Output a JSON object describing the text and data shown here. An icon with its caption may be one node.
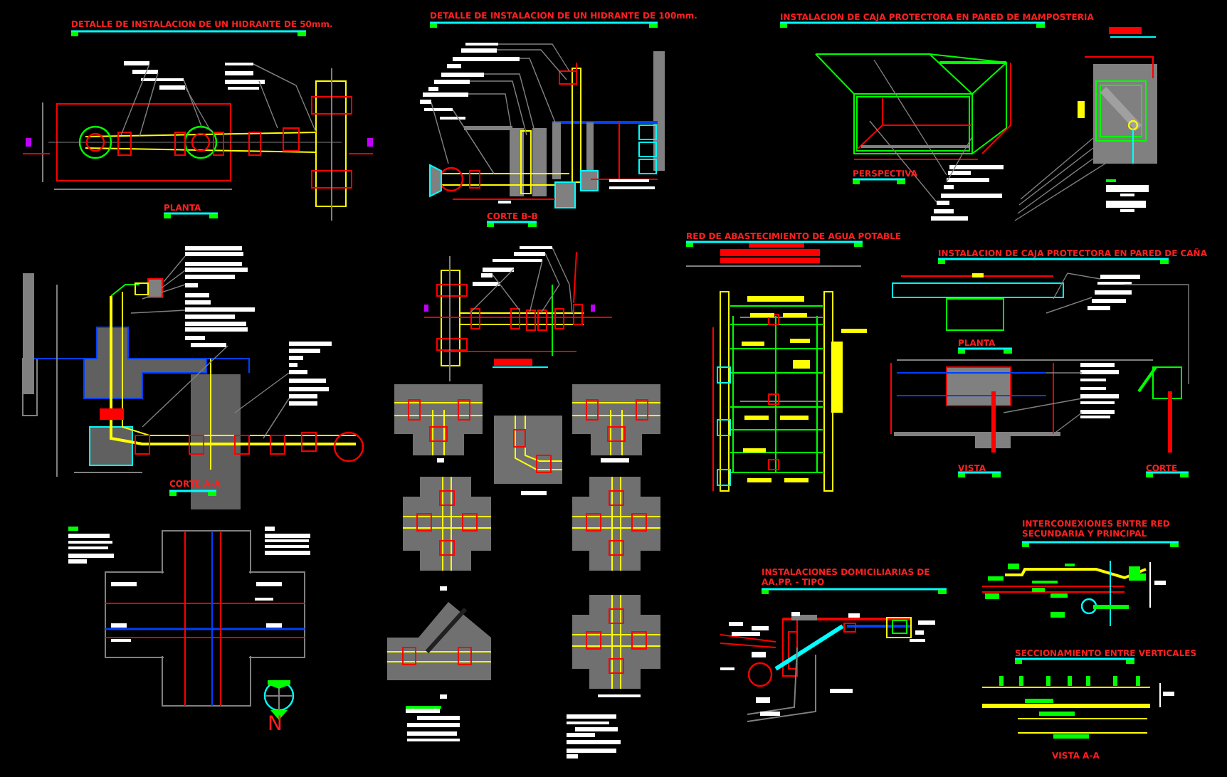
{
  "diagram": {
    "labels": [
      "DETALLE DE INSTALACION DE UN HIDRANTE DE 50mm.",
      "DETALLE DE INSTALACION DE UN HIDRANTE DE 100mm.",
      "INSTALACION DE CAJA PROTECTORA EN PARED DE MAMPOSTERIA",
      "PERSPECTIVA",
      "PLANTA",
      "CORTE B-B",
      "RED DE ABASTECIMIENTO DE AGUA POTABLE",
      "INSTALACION DE CAJA PROTECTORA EN PARED DE CAÑA",
      "CORTE A-A",
      "PLANTA",
      "VISTA",
      "CORTE",
      "INTERCONEXIONES ENTRE RED SECUNDARIA Y PRINCIPAL",
      "INSTALACIONES DOMICILIARIAS DE AA.PP. - TIPO",
      "N",
      "SECCIONAMIENTO ENTRE VERTICALES",
      "VISTA A-A"
    ]
  }
}
